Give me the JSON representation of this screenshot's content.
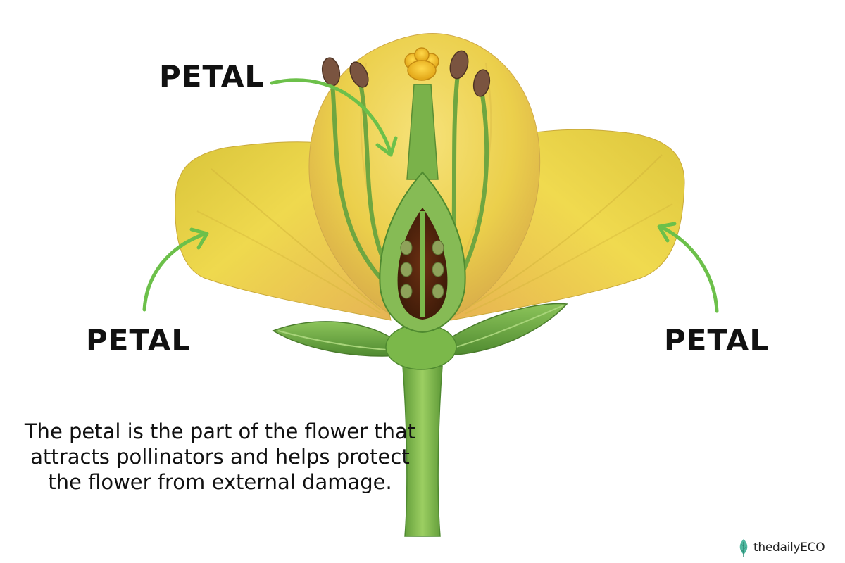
{
  "labels": {
    "top": "PETAL",
    "left": "PETAL",
    "right": "PETAL"
  },
  "caption": "The petal is the part of the flower that attracts pollinators and helps protect the flower from external damage.",
  "logo": {
    "text": "thedailyECO",
    "icon": "leaf-icon"
  },
  "colors": {
    "arrow": "#6cc04a",
    "petal": "#e7c93c",
    "stem": "#7ab24a",
    "text": "#111111"
  }
}
